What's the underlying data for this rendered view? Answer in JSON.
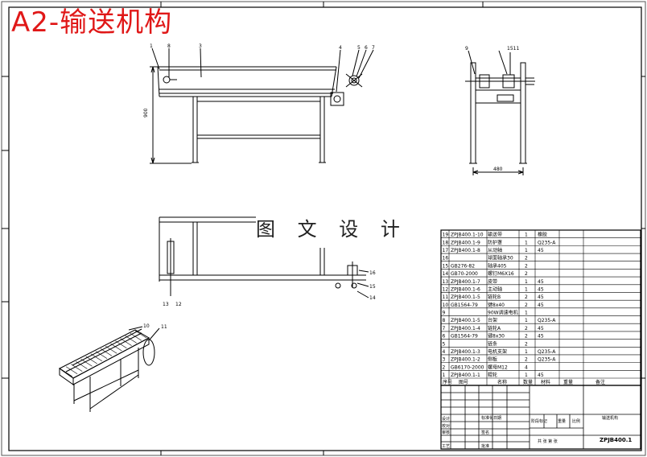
{
  "header": {
    "title": "A2-输送机构"
  },
  "watermark": "图 文 设 计",
  "front_view": {
    "height_dim": "900",
    "callouts": [
      "1",
      "8",
      "3",
      "4",
      "5",
      "6",
      "7"
    ]
  },
  "side_view": {
    "width_dim": "480",
    "callouts": [
      "9",
      "1511"
    ]
  },
  "top_view": {
    "callouts": [
      "16",
      "15",
      "14",
      "13",
      "12"
    ]
  },
  "iso_view": {
    "callouts": [
      "10",
      "11"
    ]
  },
  "bom": {
    "headers": [
      "序号",
      "图号",
      "名称",
      "数量",
      "材料",
      "重量",
      "备注"
    ],
    "rows": [
      [
        "19",
        "ZPJB400.1-10",
        "输送带",
        "1",
        "橡胶",
        ""
      ],
      [
        "18",
        "ZPJB400.1-9",
        "防护罩",
        "1",
        "Q235-A",
        ""
      ],
      [
        "17",
        "ZPJB400.1-8",
        "从动轴",
        "1",
        "45",
        ""
      ],
      [
        "16",
        "",
        "球面轴承30",
        "2",
        "",
        ""
      ],
      [
        "15",
        "GB276-82",
        "轴承405",
        "2",
        "",
        ""
      ],
      [
        "14",
        "GB70-2000",
        "螺钉M6X16",
        "2",
        "",
        ""
      ],
      [
        "13",
        "ZPJB400.1-7",
        "皮带",
        "1",
        "45",
        ""
      ],
      [
        "12",
        "ZPJB400.1-6",
        "主动轴",
        "1",
        "45",
        ""
      ],
      [
        "11",
        "ZPJB400.1-5",
        "链轮B",
        "2",
        "45",
        ""
      ],
      [
        "10",
        "GB1564-79",
        "键8x40",
        "2",
        "45",
        ""
      ],
      [
        "9",
        "",
        "90W调速电机",
        "1",
        "",
        ""
      ],
      [
        "8",
        "ZPJB400.1-5",
        "台架",
        "1",
        "Q235-A",
        ""
      ],
      [
        "7",
        "ZPJB400.1-4",
        "链轮A",
        "2",
        "45",
        ""
      ],
      [
        "6",
        "GB1564-79",
        "键8x30",
        "2",
        "45",
        ""
      ],
      [
        "5",
        "",
        "链条",
        "2",
        "",
        ""
      ],
      [
        "4",
        "ZPJB400.1-3",
        "电机支架",
        "1",
        "Q235-A",
        ""
      ],
      [
        "3",
        "ZPJB400.1-2",
        "侧板",
        "2",
        "Q235-A",
        ""
      ],
      [
        "2",
        "GB6170-2000",
        "螺母M12",
        "4",
        "",
        ""
      ],
      [
        "1",
        "ZPJB400.1-1",
        "辊轮",
        "1",
        "45",
        ""
      ]
    ]
  },
  "title_block": {
    "drawing_no": "ZPJB400.1",
    "part_name": "输送机构",
    "labels": [
      "设计",
      "校对",
      "审核",
      "工艺",
      "标准化",
      "批准",
      "日期",
      "签名",
      "共 张 第 张",
      "比例",
      "重量",
      "阶段标记"
    ]
  }
}
